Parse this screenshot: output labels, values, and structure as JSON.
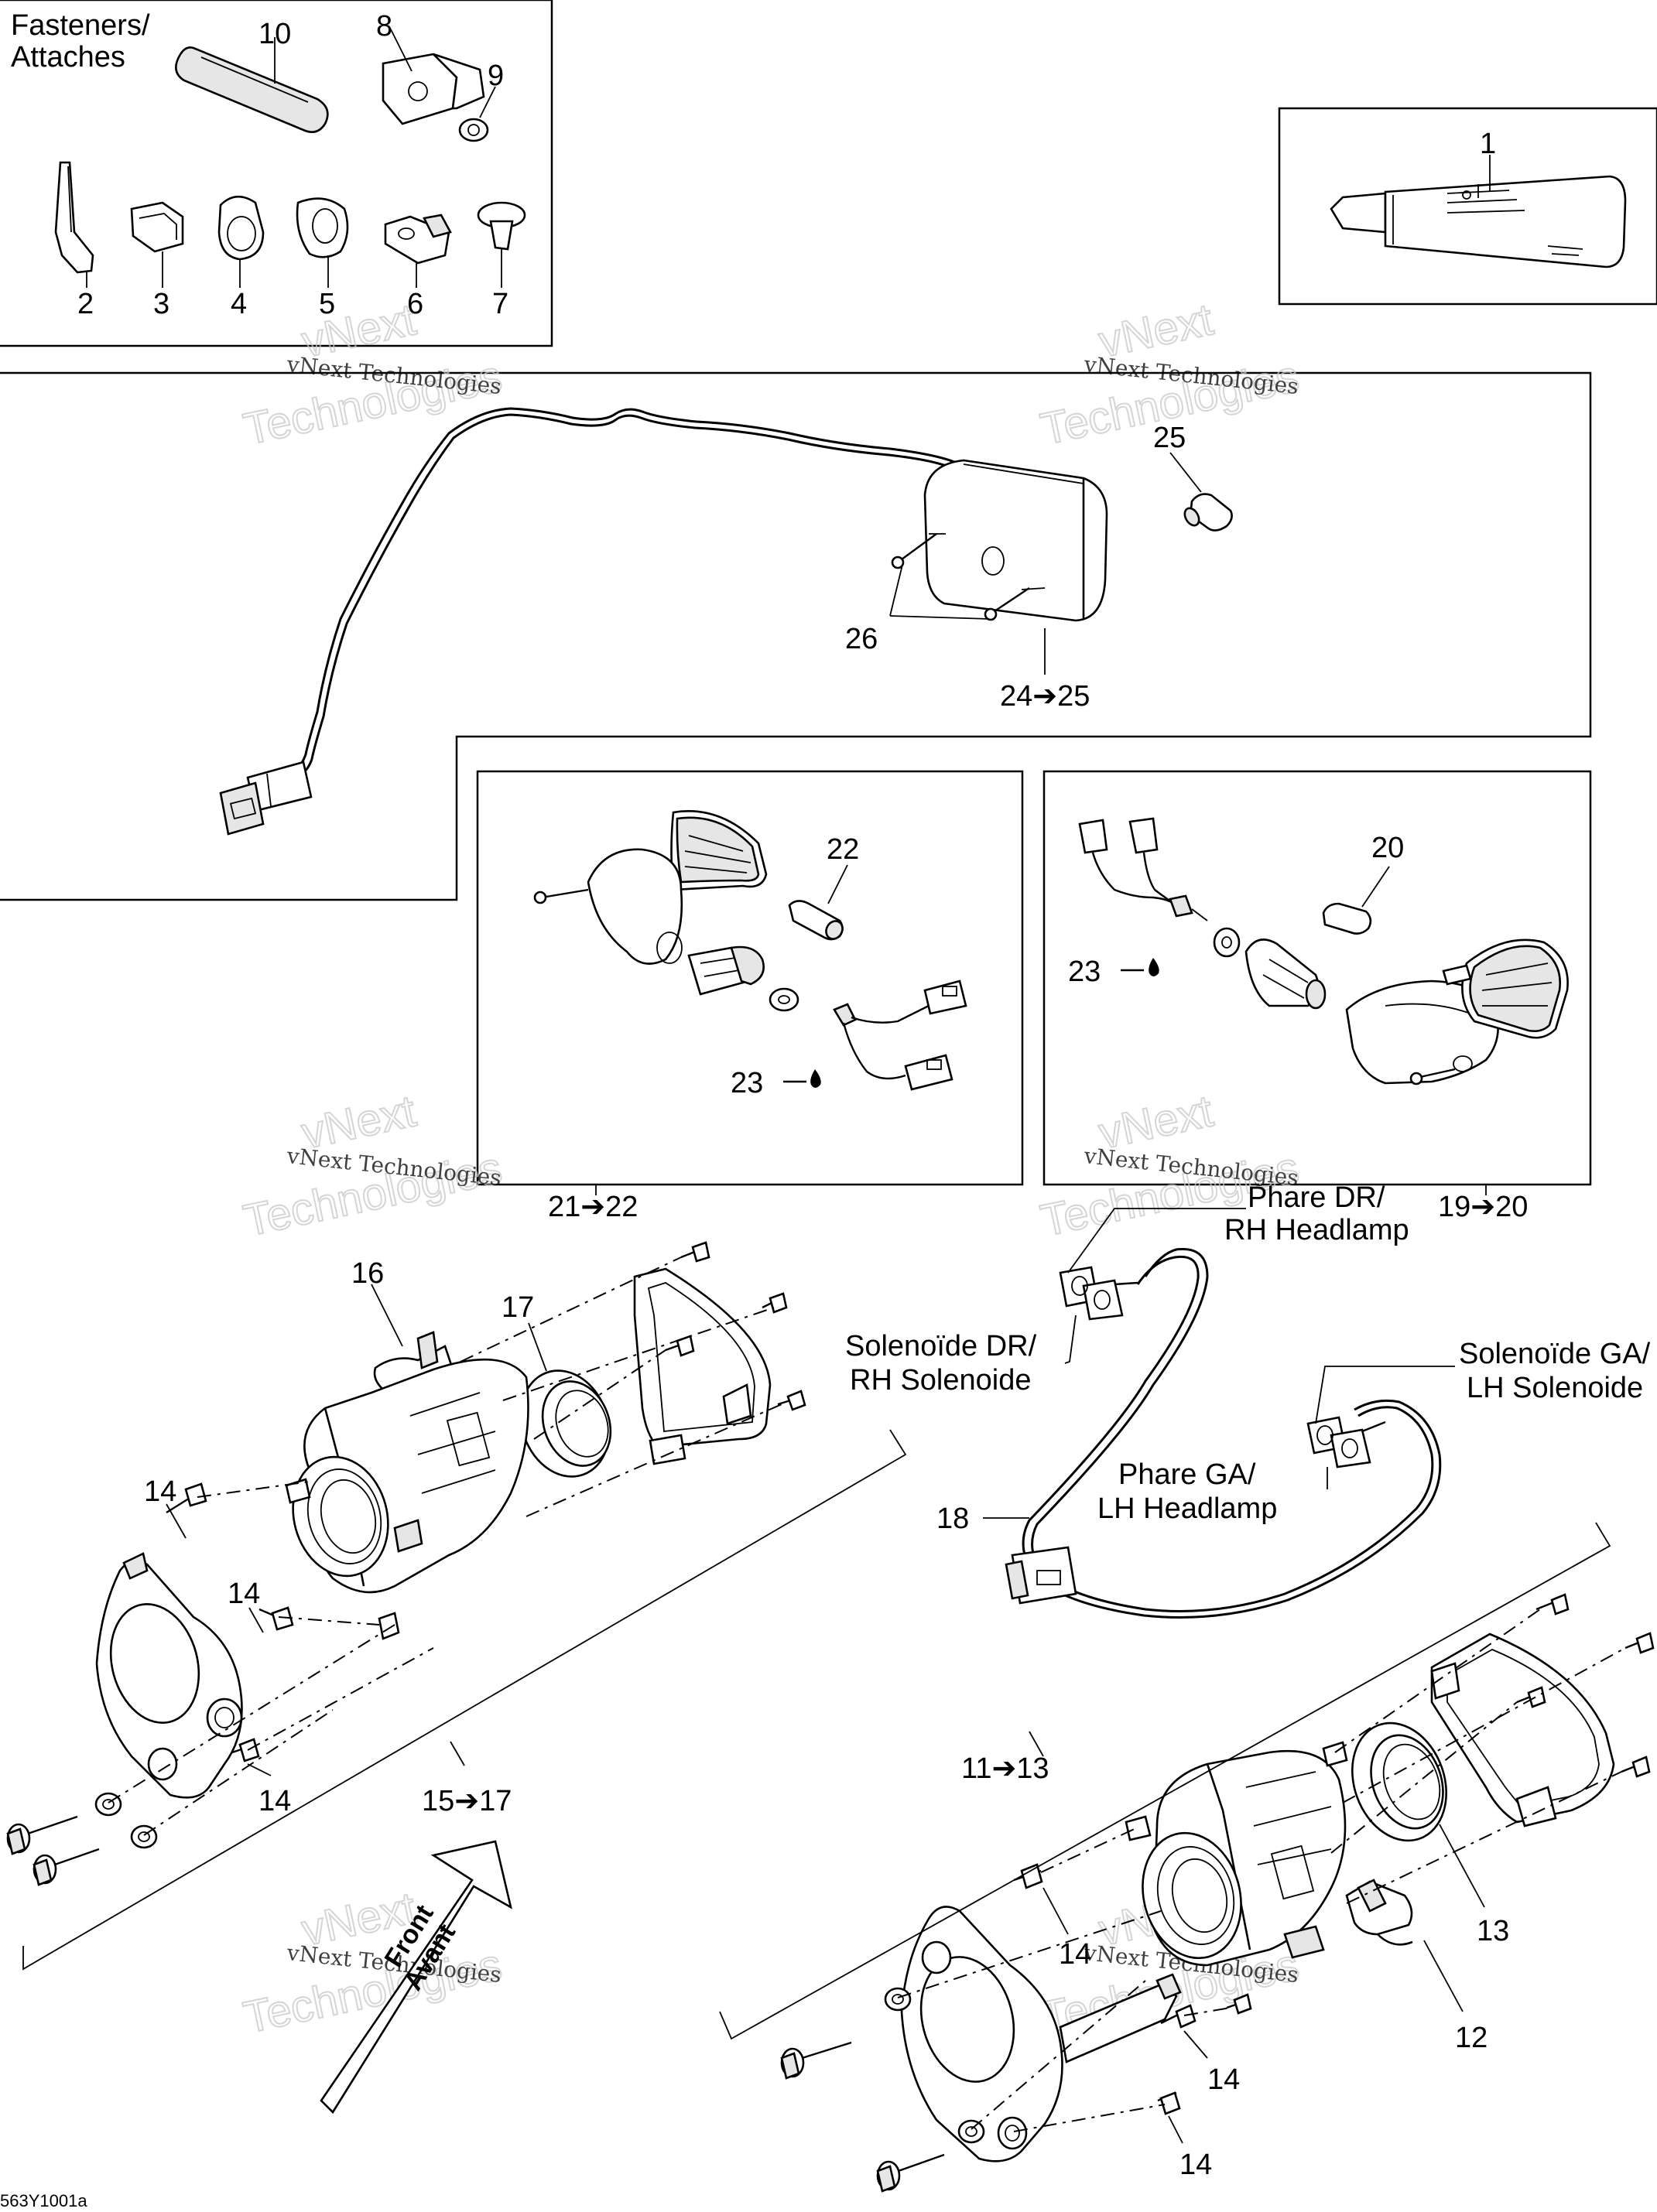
{
  "header": {
    "fasteners_title_line1": "Fasteners/",
    "fasteners_title_line2": "Attaches"
  },
  "part_numbers": {
    "p1": "1",
    "p2": "2",
    "p3": "3",
    "p4": "4",
    "p5": "5",
    "p6": "6",
    "p7": "7",
    "p8": "8",
    "p9": "9",
    "p10": "10",
    "p12": "12",
    "p13": "13",
    "p14": "14",
    "p16": "16",
    "p17": "17",
    "p18": "18",
    "p20": "20",
    "p22": "22",
    "p23": "23",
    "p25": "25",
    "p26": "26"
  },
  "assembly_labels": {
    "a24_25": "24➔25",
    "a21_22": "21➔22",
    "a19_20": "19➔20",
    "a15_17": "15➔17",
    "a11_13": "11➔13"
  },
  "connector_labels": {
    "phare_dr_1": "Phare DR/",
    "phare_dr_2": "RH Headlamp",
    "solenoide_dr_1": "Solenoïde DR/",
    "solenoide_dr_2": "RH Solenoide",
    "solenoide_ga_1": "Solenoïde GA/",
    "solenoide_ga_2": "LH Solenoide",
    "phare_ga_1": "Phare GA/",
    "phare_ga_2": "LH Headlamp"
  },
  "direction_arrow": {
    "line1": "Front",
    "line2": "Avant"
  },
  "watermark": {
    "line1": "vNext Technologies",
    "line2": "vNext",
    "line3": "Technologies"
  },
  "reference_code": "563Y1001a"
}
